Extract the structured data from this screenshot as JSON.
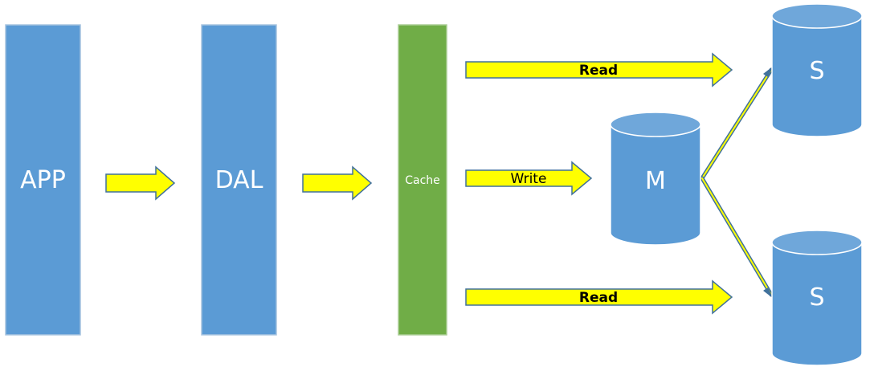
{
  "colors": {
    "box_blue": "#5b9bd5",
    "box_blue_border": "#a6c3df",
    "cache_green": "#70ad47",
    "cache_green_border": "#a8cc92",
    "cylinder_blue": "#5b9bd5",
    "cylinder_top": "#6fa7da",
    "cylinder_edge": "#ffffff",
    "arrow_fill": "#ffff00",
    "arrow_stroke": "#41719c",
    "connector": "#41719c",
    "connector_inner": "#ffff00",
    "label_white": "#ffffff",
    "label_black": "#000000"
  },
  "nodes": {
    "app": {
      "label": "APP"
    },
    "dal": {
      "label": "DAL"
    },
    "cache": {
      "label": "Cache"
    },
    "master_db": {
      "label": "M"
    },
    "slave_db_top": {
      "label": "S"
    },
    "slave_db_bottom": {
      "label": "S"
    }
  },
  "arrows": {
    "app_to_dal": {
      "label": ""
    },
    "dal_to_cache": {
      "label": ""
    },
    "read_top": {
      "label": "Read"
    },
    "write": {
      "label": "Write"
    },
    "read_bottom": {
      "label": "Read"
    }
  }
}
